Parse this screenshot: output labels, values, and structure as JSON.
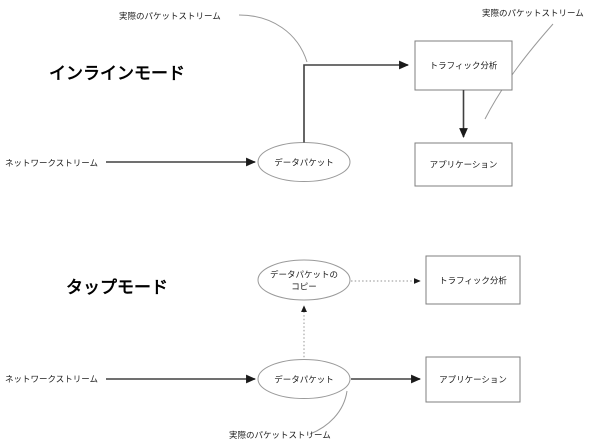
{
  "diagram": {
    "title_inline": "インラインモード",
    "title_tap": "タップモード",
    "sections": [
      {
        "id": "inline",
        "mode_title": "インラインモード",
        "network_stream_label": "ネットワークストリーム",
        "nodes": [
          {
            "id": "inline-data-packet",
            "label": "データパケット",
            "shape": "ellipse"
          },
          {
            "id": "inline-traffic-analysis",
            "label": "トラフィック分析",
            "shape": "box"
          },
          {
            "id": "inline-application",
            "label": "アプリケーション",
            "shape": "box"
          }
        ],
        "annotations": [
          {
            "id": "inline-annot-left",
            "label": "実際のパケットストリーム"
          },
          {
            "id": "inline-annot-right",
            "label": "実際のパケットストリーム"
          }
        ]
      },
      {
        "id": "tap",
        "mode_title": "タップモード",
        "network_stream_label": "ネットワークストリーム",
        "nodes": [
          {
            "id": "tap-data-packet",
            "label": "データパケット",
            "shape": "ellipse"
          },
          {
            "id": "tap-data-packet-copy",
            "label_line1": "データパケットの",
            "label_line2": "コピー",
            "shape": "ellipse"
          },
          {
            "id": "tap-traffic-analysis",
            "label": "トラフィック分析",
            "shape": "box"
          },
          {
            "id": "tap-application",
            "label": "アプリケーション",
            "shape": "box"
          }
        ],
        "annotations": [
          {
            "id": "tap-annot-bottom",
            "label": "実際のパケットストリーム"
          }
        ]
      }
    ],
    "colors": {
      "background": "#ffffff",
      "box_stroke": "#7f7f7f",
      "ellipse_stroke": "#9a9a9a",
      "solid_flow": "#404040",
      "dotted_flow": "#a8a8a8",
      "annotation_curve": "#999999",
      "text": "#1a1a1a"
    }
  }
}
